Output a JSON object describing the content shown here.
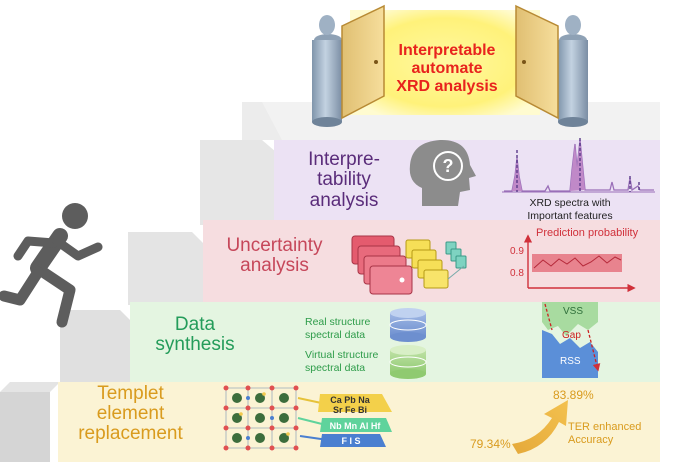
{
  "goal": {
    "line1": "Interpretable",
    "line2": "automate",
    "line3": "XRD analysis"
  },
  "steps": {
    "interpretability": {
      "line1": "Interpre-",
      "line2": "tability",
      "line3": "analysis"
    },
    "uncertainty": {
      "line1": "Uncertainty",
      "line2": "analysis"
    },
    "data_synthesis": {
      "line1": "Data",
      "line2": "synthesis"
    },
    "templet": {
      "line1": "Templet",
      "line2": "element",
      "line3": "replacement"
    }
  },
  "xrd": {
    "caption_line1": "XRD spectra with",
    "caption_line2": "Important features"
  },
  "prediction": {
    "title": "Prediction probability",
    "tick_high": "0.9",
    "tick_low": "0.8"
  },
  "synthesis": {
    "real_line1": "Real structure",
    "real_line2": "spectral data",
    "virtual_line1": "Virtual structure",
    "virtual_line2": "spectral data",
    "vss": "VSS",
    "gap": "Gap",
    "rss": "RSS"
  },
  "replacement": {
    "elements_line1": "Ca Pb Na",
    "elements_line2": "Sr Fe Bi",
    "elements_line3": "Nb Mn Al Hf",
    "elements_line4": "F I S"
  },
  "accuracy": {
    "high": "83.89%",
    "low": "79.34%",
    "ter_line1": "TER enhanced",
    "ter_line2": "Accuracy"
  },
  "colors": {
    "interpretability": "#ece2f4",
    "uncertainty": "#f6dde0",
    "synthesis": "#e4f5e1",
    "templet": "#fbf3d4",
    "goal_text": "#e8231d"
  }
}
